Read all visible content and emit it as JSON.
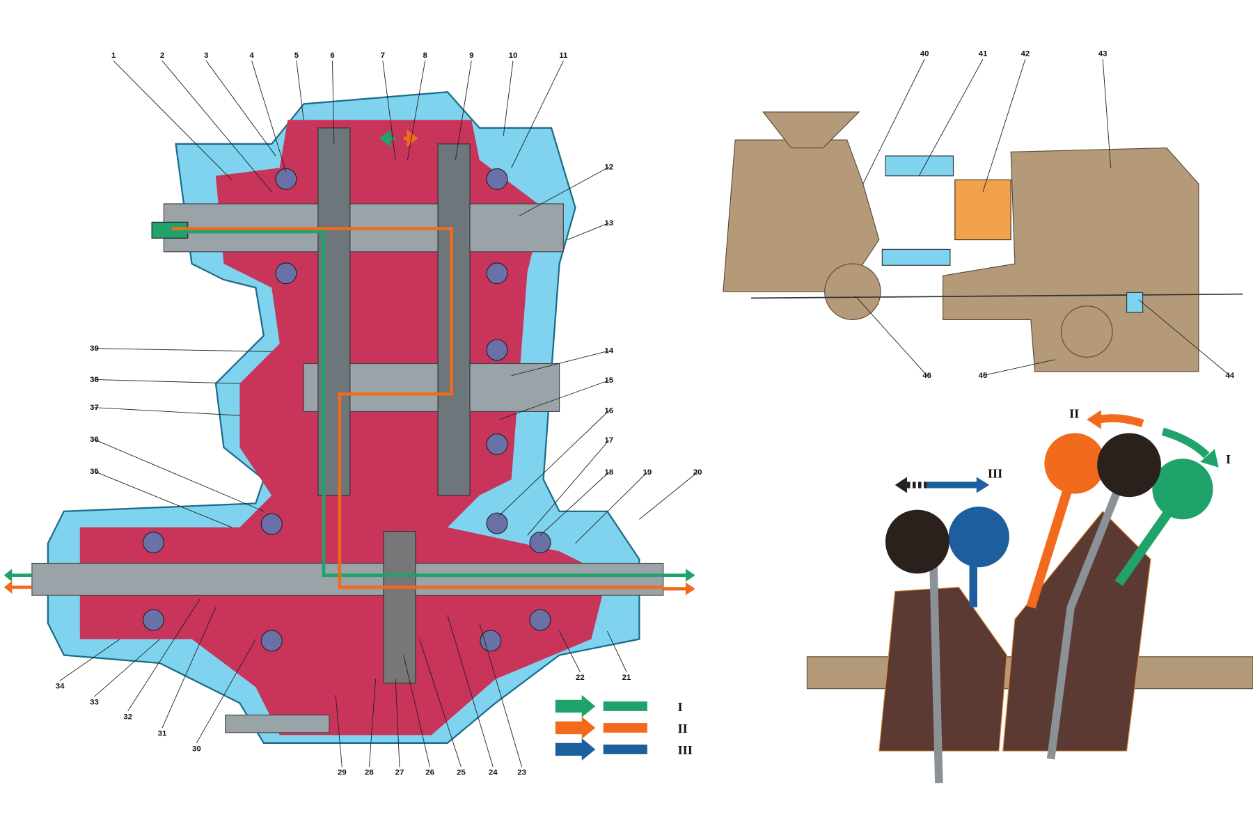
{
  "figure": {
    "callouts": [
      "1",
      "2",
      "3",
      "4",
      "5",
      "6",
      "7",
      "8",
      "9",
      "10",
      "11",
      "12",
      "13",
      "14",
      "15",
      "16",
      "17",
      "18",
      "19",
      "20",
      "21",
      "22",
      "23",
      "24",
      "25",
      "26",
      "27",
      "28",
      "29",
      "30",
      "31",
      "32",
      "33",
      "34",
      "35",
      "36",
      "37",
      "38",
      "39",
      "40",
      "41",
      "42",
      "43",
      "44",
      "45",
      "46"
    ],
    "legend": [
      {
        "label": "I",
        "color": "#1fa36a"
      },
      {
        "label": "II",
        "color": "#f26a1b"
      },
      {
        "label": "III",
        "color": "#1d5e9e"
      }
    ],
    "lever_labels": {
      "first": "I",
      "second": "II",
      "third": "III"
    },
    "colors": {
      "housing": "#7fd3ee",
      "interior": "#c8345a",
      "tan": "#b49a78",
      "boot": "#5a3a32"
    }
  }
}
